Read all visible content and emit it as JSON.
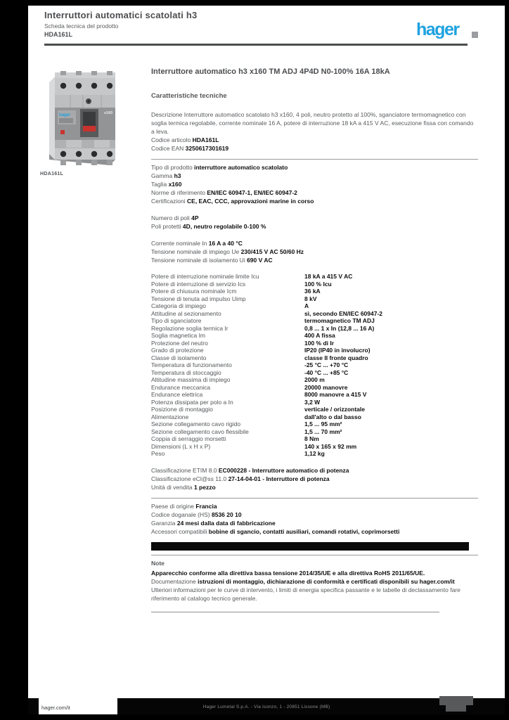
{
  "header": {
    "line1": "Interruttori automatici scatolati h3",
    "line2": "Scheda tecnica del prodotto",
    "line3": "HDA161L",
    "logo": "hager"
  },
  "colors": {
    "accent_blue": "#1ea2e0",
    "label_gray": "#55575a",
    "value_black": "#0d0d0d"
  },
  "product": {
    "image_caption": "HDA161L"
  },
  "content": {
    "title": "Interruttore automatico h3 x160 TM ADJ 4P4D N0-100% 16A 18kA",
    "subtitle": "Caratteristiche tecniche",
    "sections": [
      {
        "rows": [
          {
            "label": "Descrizione",
            "value": "Interruttore automatico scatolato h3 x160, 4 poli, neutro protetto al 100%, sganciatore termomagnetico con soglia termica regolabile, corrente nominale 16 A, potere di interruzione 18 kA a 415 V AC, esecuzione fissa con comando a leva.",
            "muted": true
          },
          {
            "label": "Codice articolo",
            "value": "HDA161L"
          },
          {
            "label": "Codice EAN",
            "value": "3250617301619"
          }
        ]
      },
      {
        "rule": true,
        "rows": [
          {
            "label": "Tipo di prodotto",
            "value": "interruttore automatico scatolato"
          },
          {
            "label": "Gamma",
            "value": "h3"
          },
          {
            "label": "Taglia",
            "value": "x160"
          },
          {
            "label": "Norme di riferimento",
            "value": "EN/IEC 60947-1, EN/IEC 60947-2"
          },
          {
            "label": "Certificazioni",
            "value": "CE, EAC, CCC, approvazioni marine in corso"
          }
        ]
      },
      {
        "rows": [
          {
            "label": "Numero di poli",
            "value": "4P"
          },
          {
            "label": "Poli protetti",
            "value": "4D, neutro regolabile 0-100 %"
          }
        ]
      },
      {
        "rows": [
          {
            "label": "Corrente nominale In",
            "value": "16 A a 40 °C"
          },
          {
            "label": "Tensione nominale di impiego Ue",
            "value": "230/415 V AC 50/60 Hz"
          },
          {
            "label": "Tensione nominale di isolamento Ui",
            "value": "690 V AC"
          }
        ]
      },
      {
        "dense": true,
        "rows": [
          {
            "label": "Potere di interruzione nominale limite Icu",
            "value": "18 kA a 415 V AC"
          },
          {
            "label": "Potere di interruzione di servizio Ics",
            "value": "100 % Icu"
          },
          {
            "label": "Potere di chiusura nominale Icm",
            "value": "36 kA"
          },
          {
            "label": "Tensione di tenuta ad impulso Uimp",
            "value": "8 kV"
          },
          {
            "label": "Categoria di impiego",
            "value": "A"
          },
          {
            "label": "Attitudine al sezionamento",
            "value": "sì, secondo EN/IEC 60947-2"
          },
          {
            "label": "Tipo di sganciatore",
            "value": "termomagnetico TM ADJ"
          },
          {
            "label": "Regolazione soglia termica Ir",
            "value": "0,8 ... 1 x In (12,8 ... 16 A)"
          },
          {
            "label": "Soglia magnetica Im",
            "value": "400 A fissa"
          },
          {
            "label": "Protezione del neutro",
            "value": "100 % di Ir"
          },
          {
            "label": "Grado di protezione",
            "value": "IP20 (IP40 in involucro)"
          },
          {
            "label": "Classe di isolamento",
            "value": "classe II fronte quadro"
          },
          {
            "label": "Temperatura di funzionamento",
            "value": "-25 °C ... +70 °C"
          },
          {
            "label": "Temperatura di stoccaggio",
            "value": "-40 °C ... +85 °C"
          },
          {
            "label": "Altitudine massima di impiego",
            "value": "2000 m"
          },
          {
            "label": "Endurance meccanica",
            "value": "20000 manovre"
          },
          {
            "label": "Endurance elettrica",
            "value": "8000 manovre a 415 V"
          },
          {
            "label": "Potenza dissipata per polo a In",
            "value": "3,2 W"
          },
          {
            "label": "Posizione di montaggio",
            "value": "verticale / orizzontale"
          },
          {
            "label": "Alimentazione",
            "value": "dall'alto o dal basso"
          },
          {
            "label": "Sezione collegamento cavo rigido",
            "value": "1,5 ... 95 mm²"
          },
          {
            "label": "Sezione collegamento cavo flessibile",
            "value": "1,5 ... 70 mm²"
          },
          {
            "label": "Coppia di serraggio morsetti",
            "value": "8 Nm"
          },
          {
            "label": "Dimensioni (L x H x P)",
            "value": "140 x 165 x 92 mm"
          },
          {
            "label": "Peso",
            "value": "1,12 kg"
          }
        ]
      },
      {
        "rows": [
          {
            "label": "Classificazione ETIM 8.0",
            "value": "EC000228 - Interruttore automatico di potenza"
          },
          {
            "label": "Classificazione eCl@ss 11.0",
            "value": "27-14-04-01 - Interruttore di potenza"
          },
          {
            "label": "Unità di vendita",
            "value": "1 pezzo"
          }
        ]
      },
      {
        "rule": true,
        "rows": [
          {
            "label": "Paese di origine",
            "value": "Francia"
          },
          {
            "label": "Codice doganale (HS)",
            "value": "8536 20 10"
          },
          {
            "label": "Garanzia",
            "value": "24 mesi dalla data di fabbricazione"
          },
          {
            "label": "Accessori compatibili",
            "value": "bobine di sgancio, contatti ausiliari, comandi rotativi, coprimorsetti",
            "muted": false
          }
        ]
      },
      {
        "band": true
      },
      {
        "rule": true,
        "heading": "Note",
        "rows": [
          {
            "note": "Apparecchio conforme alla direttiva bassa tensione 2014/35/UE e alla direttiva RoHS 2011/65/UE."
          },
          {
            "label": "Documentazione",
            "value": "istruzioni di montaggio, dichiarazione di conformità e certificati disponibili su hager.com/it"
          },
          {
            "label": "Ulteriori informazioni",
            "value": "per le curve di intervento, i limiti di energia specifica passante e le tabelle di declassamento fare riferimento al catalogo tecnico generale.",
            "muted": true
          }
        ]
      }
    ]
  },
  "footer": {
    "site": "hager.com/it",
    "center": "Hager Lumetal S.p.A. - Via Isonzo, 1 - 20851 Lissone (MB)",
    "mark": "hager-footer-mark"
  }
}
